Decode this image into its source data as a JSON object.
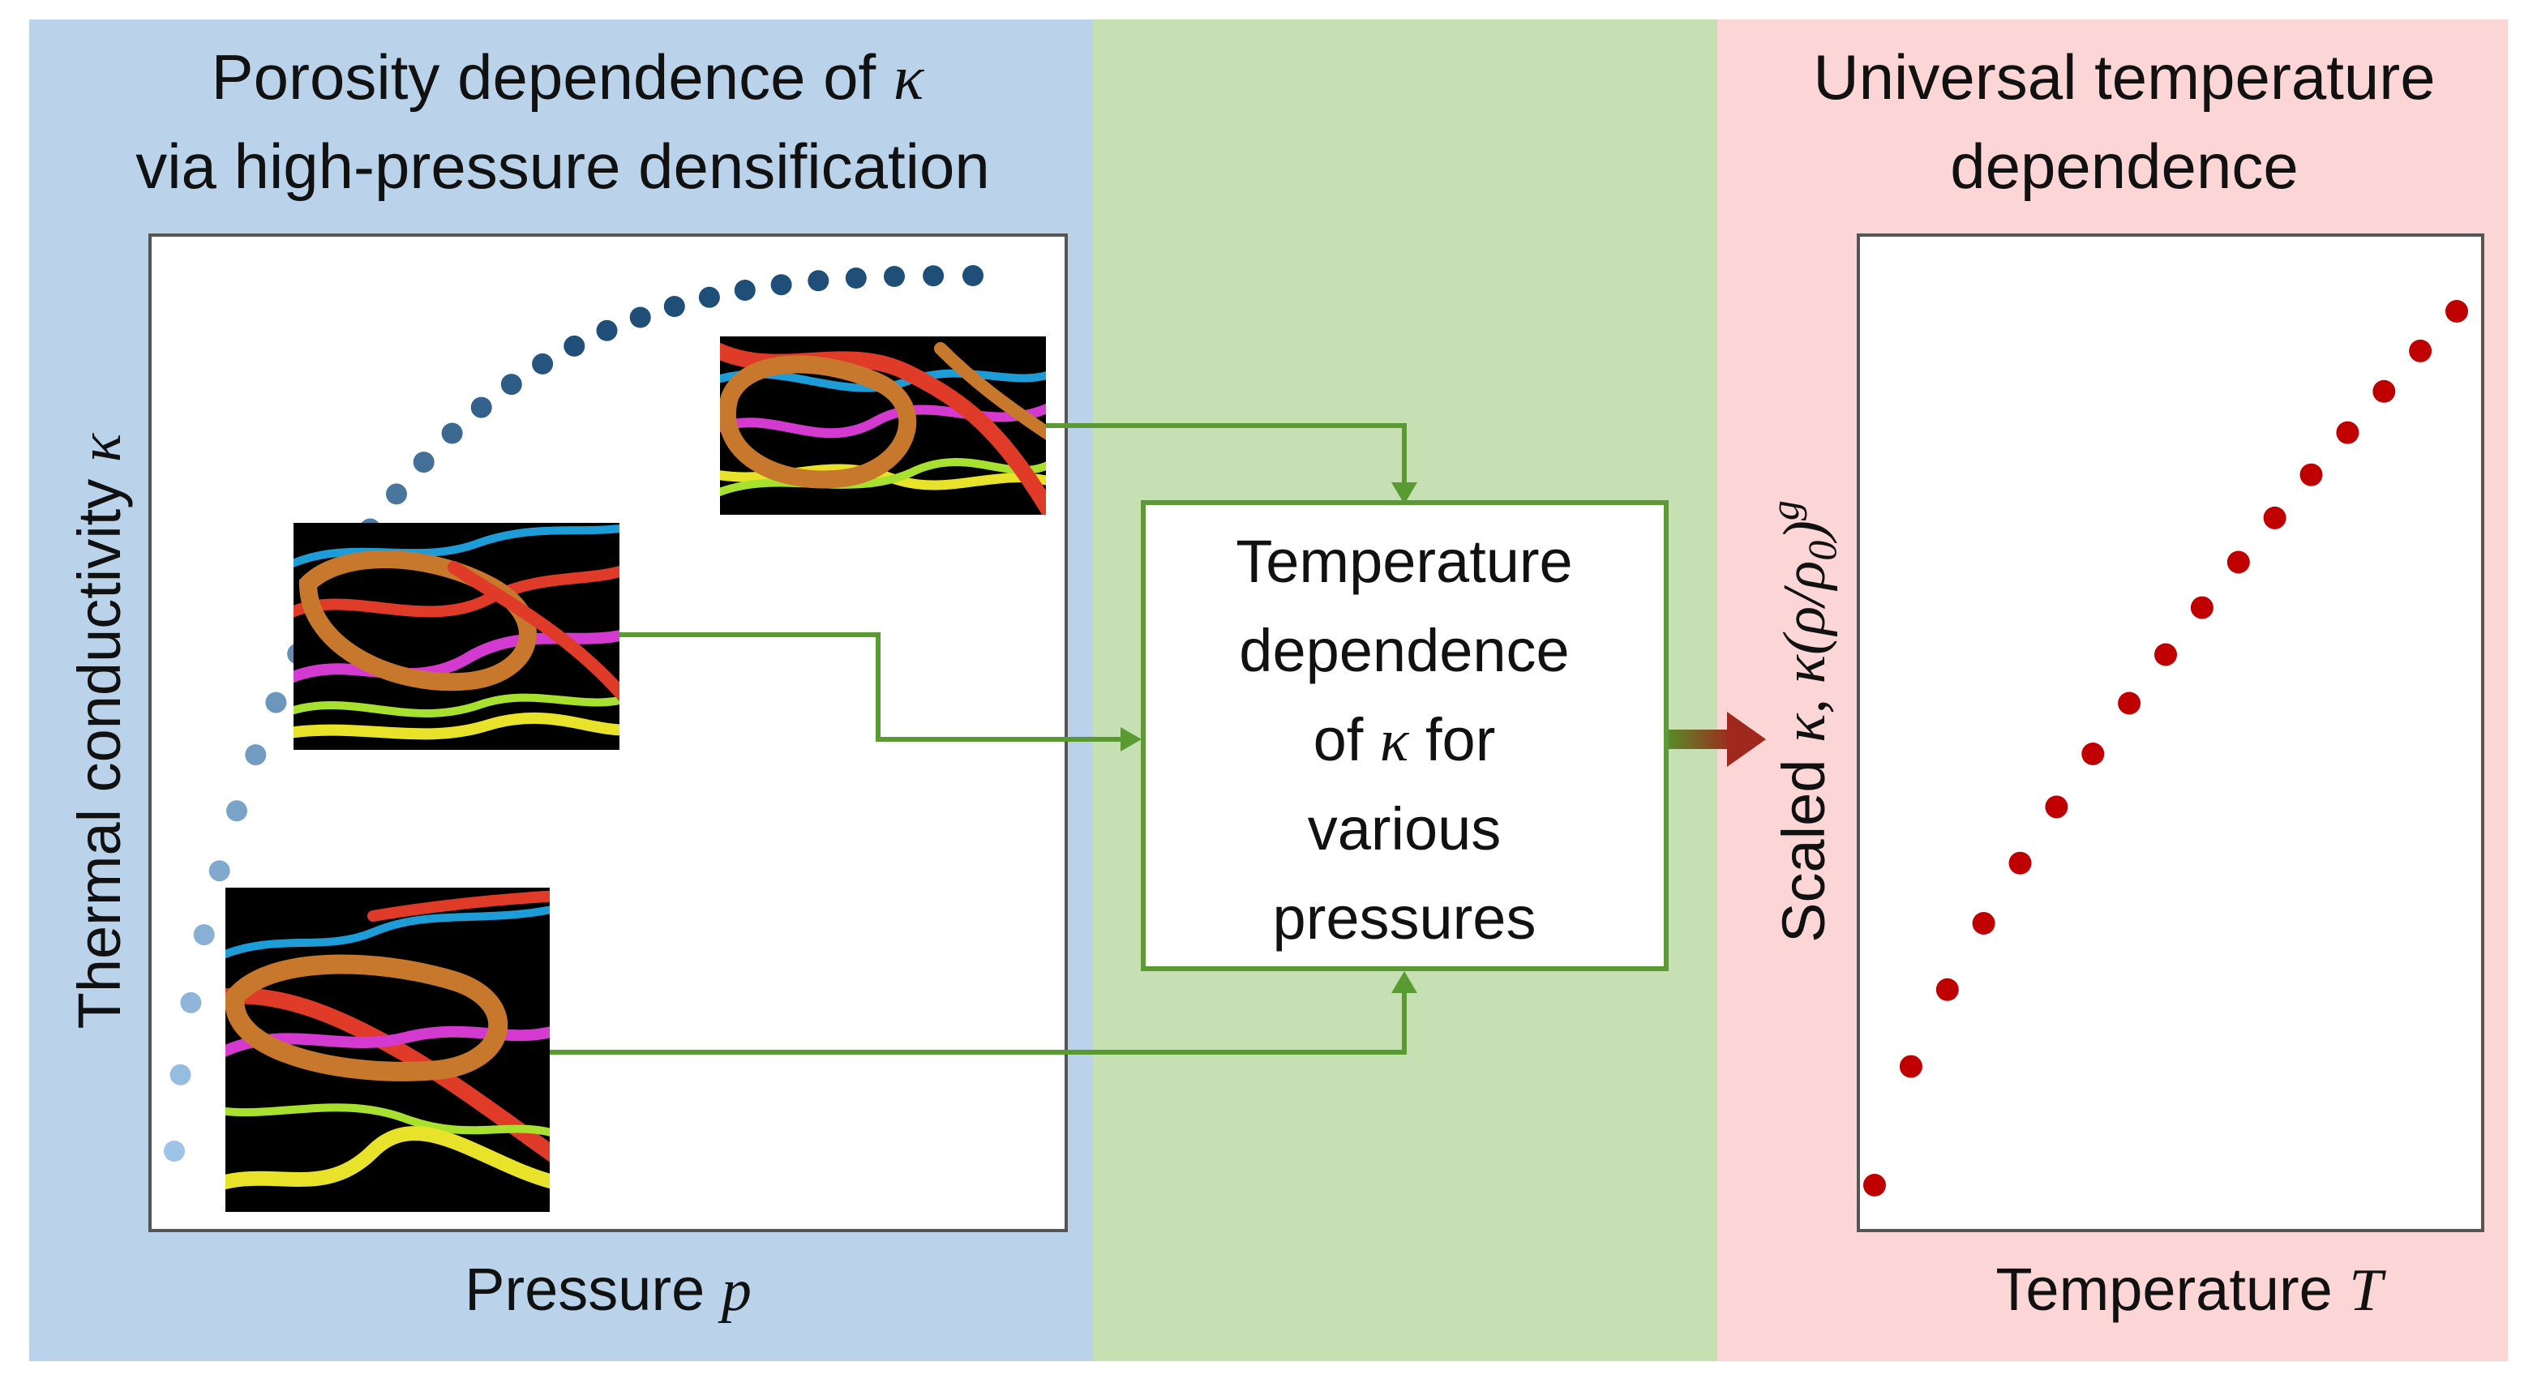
{
  "left_panel": {
    "title_line1_prefix": "Porosity dependence of ",
    "title_line1_symbol": "κ",
    "title_line2": "via high-pressure densification",
    "y_axis_prefix": "Thermal conductivity ",
    "y_axis_symbol": "κ",
    "x_axis_prefix": "Pressure ",
    "x_axis_symbol": "p"
  },
  "center_box": {
    "line1": "Temperature",
    "line2": "dependence",
    "line3_prefix": "of ",
    "line3_symbol": "κ",
    "line3_suffix": " for",
    "line4": "various",
    "line5": "pressures"
  },
  "right_panel": {
    "title_line1": "Universal temperature",
    "title_line2": "dependence",
    "y_axis_prefix": "Scaled ",
    "y_axis_formula": "κ, κ(ρ/ρ",
    "y_axis_sub": "0",
    "y_axis_close": ")",
    "y_axis_sup": "g",
    "x_axis_prefix": "Temperature ",
    "x_axis_symbol": "T"
  },
  "colors": {
    "panel_blue": "#bad3ea",
    "panel_green": "#c6e0b4",
    "panel_pink": "#fcd6d6",
    "arrow_green": "#5a9a32",
    "box_border_green": "#5c9a36",
    "left_dots_dark": "#1f4e79",
    "left_dots_light": "#9dc3e6",
    "right_dots": "#c00000",
    "fiber_colors": [
      "#e03a28",
      "#c8782c",
      "#1e9cd8",
      "#d43ad0",
      "#e8e22a",
      "#a8e030"
    ]
  }
}
